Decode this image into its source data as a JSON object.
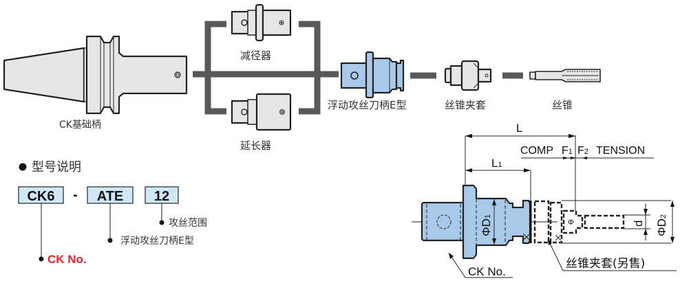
{
  "flow": {
    "base_holder_label": "CK基础柄",
    "reducer_label": "减径器",
    "extension_label": "延长器",
    "floating_tap_holder_label": "浮动攻丝刀柄E型",
    "tap_collet_label": "丝锥夹套",
    "tap_label": "丝锥"
  },
  "model_explanation": {
    "heading": "型号说明",
    "codes": [
      {
        "value": "CK6",
        "meaning": "CK No.",
        "highlight": true
      },
      {
        "value": "ATE",
        "meaning": "浮动攻丝刀柄E型",
        "highlight": false
      },
      {
        "value": "12",
        "meaning": "攻丝范围",
        "highlight": false
      }
    ],
    "separator": "-",
    "code_box_color": "#cfe7f7",
    "highlight_color": "#e8232a"
  },
  "dimension_drawing": {
    "L": "L",
    "L1_main": "L",
    "L1_sub": "1",
    "comp": "COMP",
    "F1_main": "F",
    "F1_sub": "1",
    "F2_main": "F",
    "F2_sub": "2",
    "tension": "TENSION",
    "D1": "ΦD",
    "D1_sub": "1",
    "D2": "ΦD",
    "D2_sub": "2",
    "d": "d",
    "phi_small": "Φ",
    "ck_no_callout": "CK No.",
    "collet_callout": "丝锥夹套(另售)"
  },
  "colors": {
    "part_fill": "#e6e6e6",
    "holder_blue": "#a9c9ea",
    "connector": "#595959"
  }
}
